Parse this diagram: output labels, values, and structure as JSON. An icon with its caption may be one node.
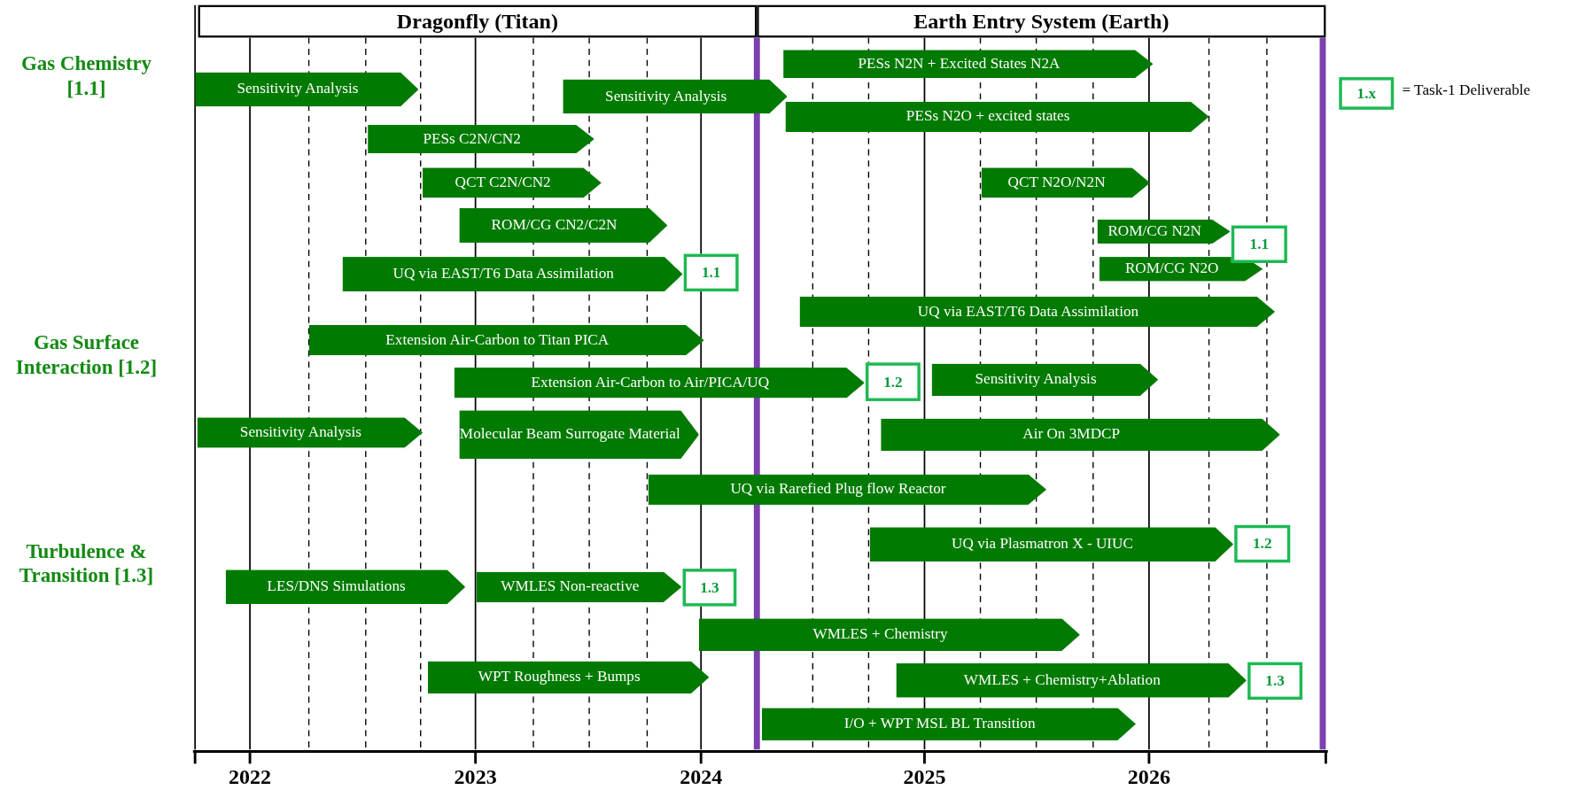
{
  "diagram": {
    "nodes": [
      {
        "text": [
          "Dragonfly (Titan)"
        ]
      },
      {
        "text": [
          "Earth Entry System (Earth)"
        ]
      },
      {
        "text": [
          "PESs N2N + Excited States N2A"
        ]
      },
      {
        "text": [
          "Sensitivity Analysis"
        ]
      },
      {
        "text": [
          "Sensitivity Analysis"
        ]
      },
      {
        "text": [
          "1.x"
        ],
        "beside": [
          "= Task-1 Deliverable"
        ]
      },
      {
        "text": [
          "PESs N2O + excited states"
        ]
      },
      {
        "text": [
          "PESs C2N/CN2"
        ]
      },
      {
        "text": [
          "QCT C2N/CN2"
        ]
      },
      {
        "text": [
          "QCT N2O/N2N"
        ]
      },
      {
        "text": [
          "ROM/CG CN2/C2N"
        ]
      },
      {
        "text": [
          "ROM/CG N2N"
        ]
      },
      {
        "text": [
          "1.1"
        ]
      },
      {
        "text": [
          "ROM/CG N2O"
        ]
      },
      {
        "text": [
          "UQ via EAST/T6 Data Assimilation"
        ]
      },
      {
        "text": [
          "1.1"
        ]
      },
      {
        "text": [
          "UQ via EAST/T6 Data Assimilation"
        ]
      },
      {
        "text": [
          "Extension Air-Carbon to Titan PICA"
        ]
      },
      {
        "text": [
          "Extension Air-Carbon to Air/PICA/UQ"
        ]
      },
      {
        "text": [
          "Sensitivity Analysis"
        ]
      },
      {
        "text": [
          "1.2"
        ]
      },
      {
        "text": [
          "Sensitivity Analysis"
        ]
      },
      {
        "text": [
          "Molecular Beam Surrogate Material"
        ]
      },
      {
        "text": [
          "Air On 3MDCP"
        ]
      },
      {
        "text": [
          "UQ via Rarefied Plug flow Reactor"
        ]
      },
      {
        "text": [
          "UQ via Plasmatron X - UIUC"
        ]
      },
      {
        "text": [
          "1.2"
        ]
      },
      {
        "text": [
          "LES/DNS Simulations"
        ]
      },
      {
        "text": [
          "WMLES Non-reactive"
        ]
      },
      {
        "text": [
          "1.3"
        ]
      },
      {
        "text": [
          "WMLES + Chemistry"
        ]
      },
      {
        "text": [
          "WPT Roughness + Bumps"
        ]
      },
      {
        "text": [
          "WMLES + Chemistry+Ablation"
        ]
      },
      {
        "text": [
          "1.3"
        ]
      },
      {
        "text": [
          "I/O + WPT MSL BL Transition"
        ]
      }
    ],
    "labels": [
      "Gas Chemistry [1.1]",
      "Gas Surface Interaction [1.2]",
      "Turbulence & Transition [1.3]",
      "2022",
      "2023",
      "2024",
      "2025",
      "2026"
    ]
  }
}
